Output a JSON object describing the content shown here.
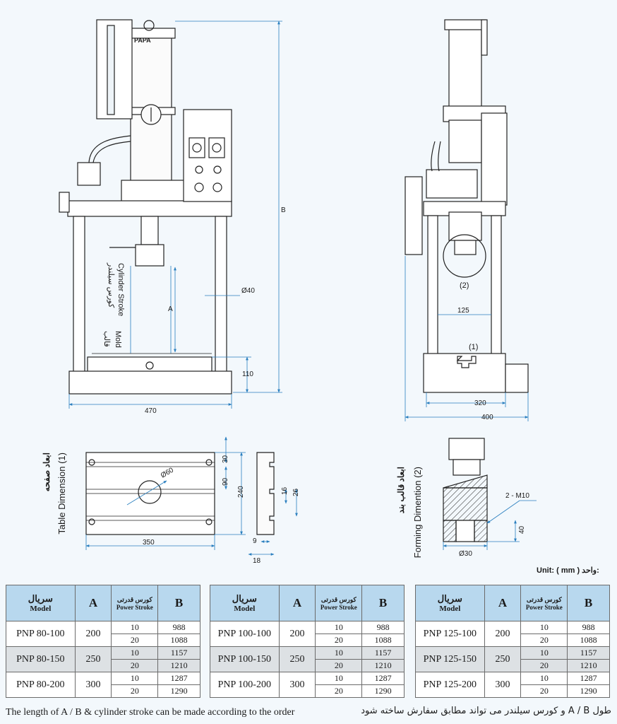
{
  "drawing": {
    "brand": "PAPA",
    "dims": {
      "b": "B",
      "a": "A",
      "d40": "Ø40",
      "h110": "110",
      "w470": "470",
      "d125": "125",
      "w320": "320",
      "w400": "400",
      "t30": "30",
      "t90": "90",
      "t240": "240",
      "d60": "Ø60",
      "w350": "350",
      "s16": "16",
      "s26": "26",
      "s9": "9",
      "s18": "18",
      "m10": "2 - M10",
      "h40": "40",
      "d30": "Ø30"
    },
    "labels": {
      "cylinder_stroke_fa": "کورس سیلندر",
      "cylinder_stroke_en": "Cylinder Stroke",
      "mold_fa": "قالب",
      "mold_en": "Mold",
      "marker1": "(1)",
      "marker2": "(2)",
      "table_dim_fa": "ابعاد صفحه",
      "table_dim_en": "Table Dimension  (1)",
      "forming_dim_fa": "ابعاد قالب بند",
      "forming_dim_en": "Forming Dimention  (2)"
    }
  },
  "unit_label": "Unit: ( mm )  واحد:",
  "tables": [
    {
      "rows": [
        {
          "model": "PNP 80-100",
          "a": "200",
          "s1": "10",
          "b1": "988",
          "s2": "20",
          "b2": "1088"
        },
        {
          "model": "PNP 80-150",
          "a": "250",
          "s1": "10",
          "b1": "1157",
          "s2": "20",
          "b2": "1210"
        },
        {
          "model": "PNP 80-200",
          "a": "300",
          "s1": "10",
          "b1": "1287",
          "s2": "20",
          "b2": "1290"
        }
      ]
    },
    {
      "rows": [
        {
          "model": "PNP 100-100",
          "a": "200",
          "s1": "10",
          "b1": "988",
          "s2": "20",
          "b2": "1088"
        },
        {
          "model": "PNP 100-150",
          "a": "250",
          "s1": "10",
          "b1": "1157",
          "s2": "20",
          "b2": "1210"
        },
        {
          "model": "PNP 100-200",
          "a": "300",
          "s1": "10",
          "b1": "1287",
          "s2": "20",
          "b2": "1290"
        }
      ]
    },
    {
      "rows": [
        {
          "model": "PNP 125-100",
          "a": "200",
          "s1": "10",
          "b1": "988",
          "s2": "20",
          "b2": "1088"
        },
        {
          "model": "PNP 125-150",
          "a": "250",
          "s1": "10",
          "b1": "1157",
          "s2": "20",
          "b2": "1210"
        },
        {
          "model": "PNP 125-200",
          "a": "300",
          "s1": "10",
          "b1": "1287",
          "s2": "20",
          "b2": "1290"
        }
      ]
    }
  ],
  "table_header": {
    "model_fa": "سریال",
    "model_en": "Model",
    "a": "A",
    "stroke_fa": "کورس قدرتی",
    "stroke_en": "Power Stroke",
    "b": "B"
  },
  "notes": {
    "en": "The length of A / B & cylinder stroke can be made according to the order",
    "fa": "طول A / B و کورس سیلندر می تواند مطابق سفارش ساخته شود"
  }
}
